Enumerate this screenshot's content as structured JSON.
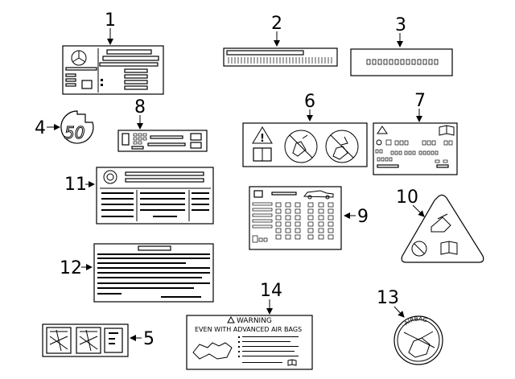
{
  "callouts": {
    "c1": "1",
    "c2": "2",
    "c3": "3",
    "c4": "4",
    "c5": "5",
    "c6": "6",
    "c7": "7",
    "c8": "8",
    "c9": "9",
    "c10": "10",
    "c11": "11",
    "c12": "12",
    "c13": "13",
    "c14": "14"
  },
  "label4": {
    "speed": "50"
  },
  "label13": {
    "text": "AIRBAG"
  },
  "label14": {
    "heading": "WARNING",
    "line1": "EVEN  WITH  ADVANCED  AIR  BAGS"
  }
}
